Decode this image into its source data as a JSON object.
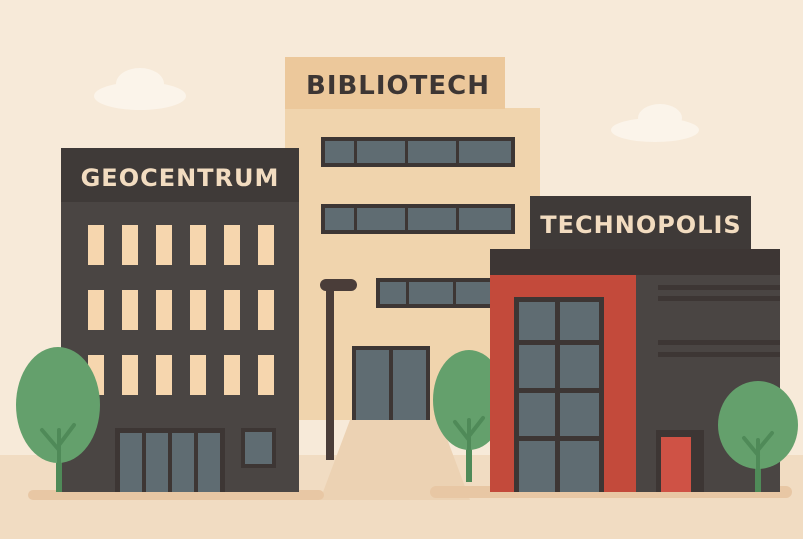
{
  "buildings": {
    "geocentrum": {
      "name": "GEOCENTRUM"
    },
    "bibliotech": {
      "name": "BIBLIOTECH"
    },
    "technopolis": {
      "name": "TECHNOPOLIS"
    }
  },
  "colors": {
    "background": "#f7ead9",
    "ground": "#f1dcc2",
    "path": "#e8c7a4",
    "cloud": "#fbf4ea",
    "dark_wall": "#4a4543",
    "dark_sign": "#3f3a38",
    "beige_wall": "#f0d4ad",
    "beige_sign": "#ecc89b",
    "window_lit": "#f6d6ae",
    "window_glass": "#5f6c72",
    "frame": "#3d3634",
    "red_accent": "#c34a3b",
    "door_red": "#cf5245",
    "sign_text_light": "#f2dcc0",
    "sign_text_dark": "#3d3634",
    "tree": "#64a06c",
    "trunk": "#4f8a58",
    "lamp": "#4a3d39"
  }
}
